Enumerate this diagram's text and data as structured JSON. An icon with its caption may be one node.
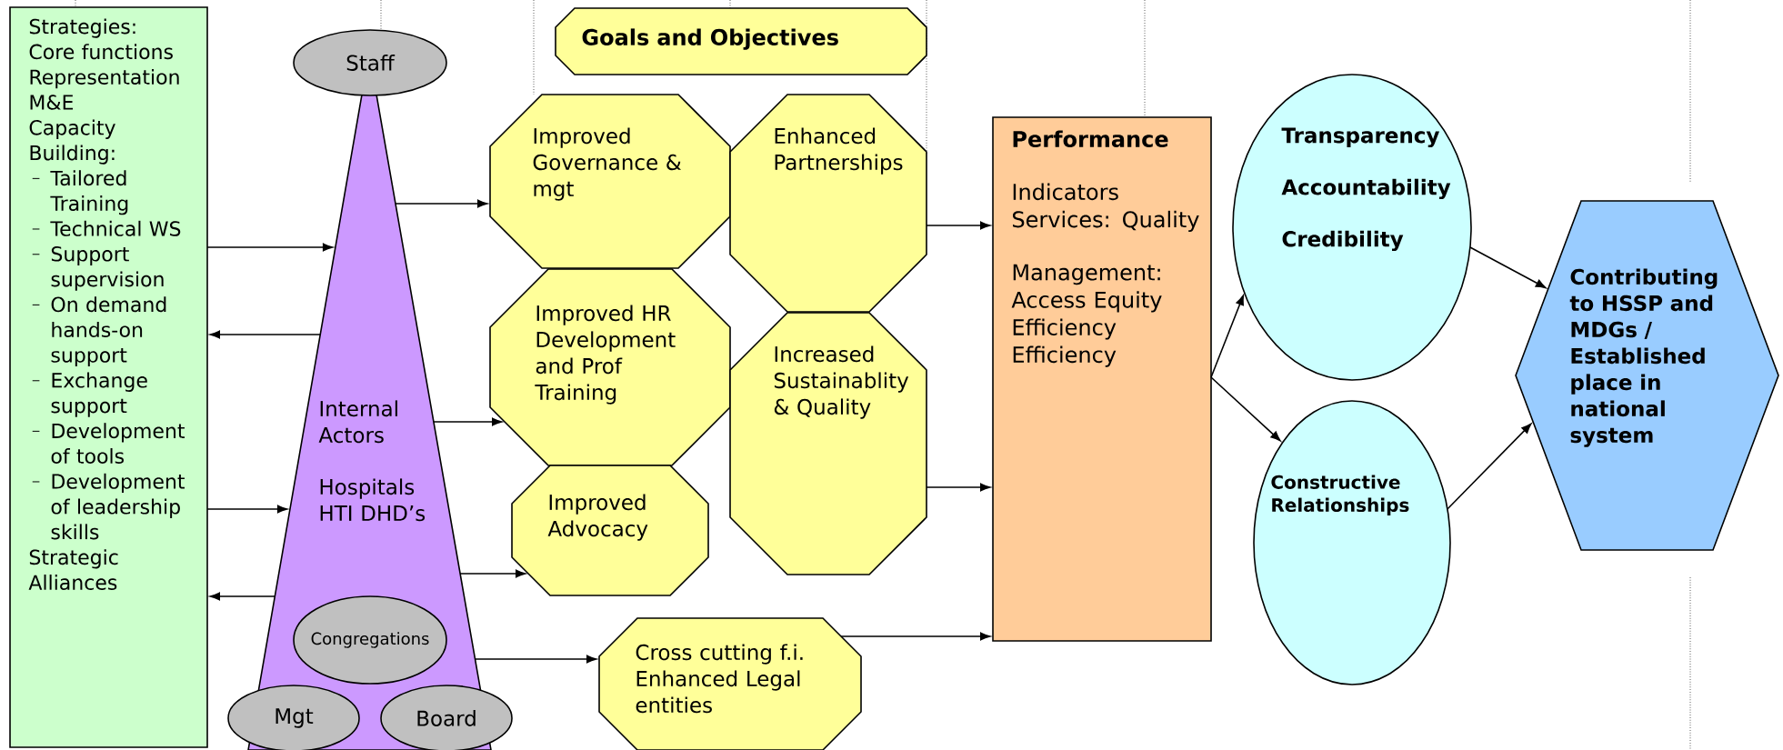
{
  "diagram": {
    "nodes": [
      {
        "text": [
          "Strategies:",
          "Core functions",
          "Representation",
          "M&E",
          "Capacity Building:",
          "Tailored Training",
          "Technical WS",
          "Support supervision",
          "On demand hands-on support",
          "Exchange support",
          "Development of tools",
          "Development of leadership skills",
          "Strategic Alliances"
        ]
      },
      {
        "text": [
          "Internal Actors",
          "Hospitals HTI DHD’s"
        ]
      },
      {
        "text": [
          "Staff"
        ]
      },
      {
        "text": [
          "Congregations"
        ],
        "in": 1
      },
      {
        "text": [
          "Mgt"
        ]
      },
      {
        "text": [
          "Board"
        ]
      },
      {
        "text": [
          "Goals and Objectives"
        ]
      },
      {
        "text": [
          "Improved Governance & mgt"
        ]
      },
      {
        "text": [
          "Enhanced Partnerships"
        ]
      },
      {
        "text": [
          "Improved HR Development and Prof Training"
        ]
      },
      {
        "text": [
          "Increased Sustainablity & Quality"
        ]
      },
      {
        "text": [
          "Improved Advocacy"
        ]
      },
      {
        "text": [
          "Cross cutting f.i. Enhanced Legal entities"
        ]
      },
      {
        "text": [
          "Performance",
          "Indicators Services: Quality",
          "Management: Access Equity Efficiency Efficiency"
        ]
      },
      {
        "text": [
          "Transparency",
          "Accountability",
          "Credibility"
        ]
      },
      {
        "text": [
          "Constructive Relationships"
        ]
      },
      {
        "text": [
          "Contributing to HSSP and MDGs / Established place in national system"
        ]
      }
    ],
    "edges": [
      {
        "from": 0,
        "to": 1,
        "arrow": "to"
      },
      {
        "from": 1,
        "to": 0,
        "arrow": "to"
      },
      {
        "from": 0,
        "to": 1,
        "arrow": "to"
      },
      {
        "from": 1,
        "to": 0,
        "arrow": "to"
      },
      {
        "from": 1,
        "to": 7,
        "arrow": "to"
      },
      {
        "from": 1,
        "to": 9,
        "arrow": "to"
      },
      {
        "from": 1,
        "to": 11,
        "arrow": "to"
      },
      {
        "from": 1,
        "to": 12,
        "arrow": "to"
      },
      {
        "from": 8,
        "to": 13,
        "arrow": "to"
      },
      {
        "from": 10,
        "to": 13,
        "arrow": "to"
      },
      {
        "from": 12,
        "to": 13,
        "arrow": "to"
      },
      {
        "from": 13,
        "to": 14,
        "arrow": "to"
      },
      {
        "from": 13,
        "to": 15,
        "arrow": "to"
      },
      {
        "from": 14,
        "to": 16,
        "arrow": "to"
      },
      {
        "from": 15,
        "to": 16,
        "arrow": "to"
      }
    ]
  }
}
